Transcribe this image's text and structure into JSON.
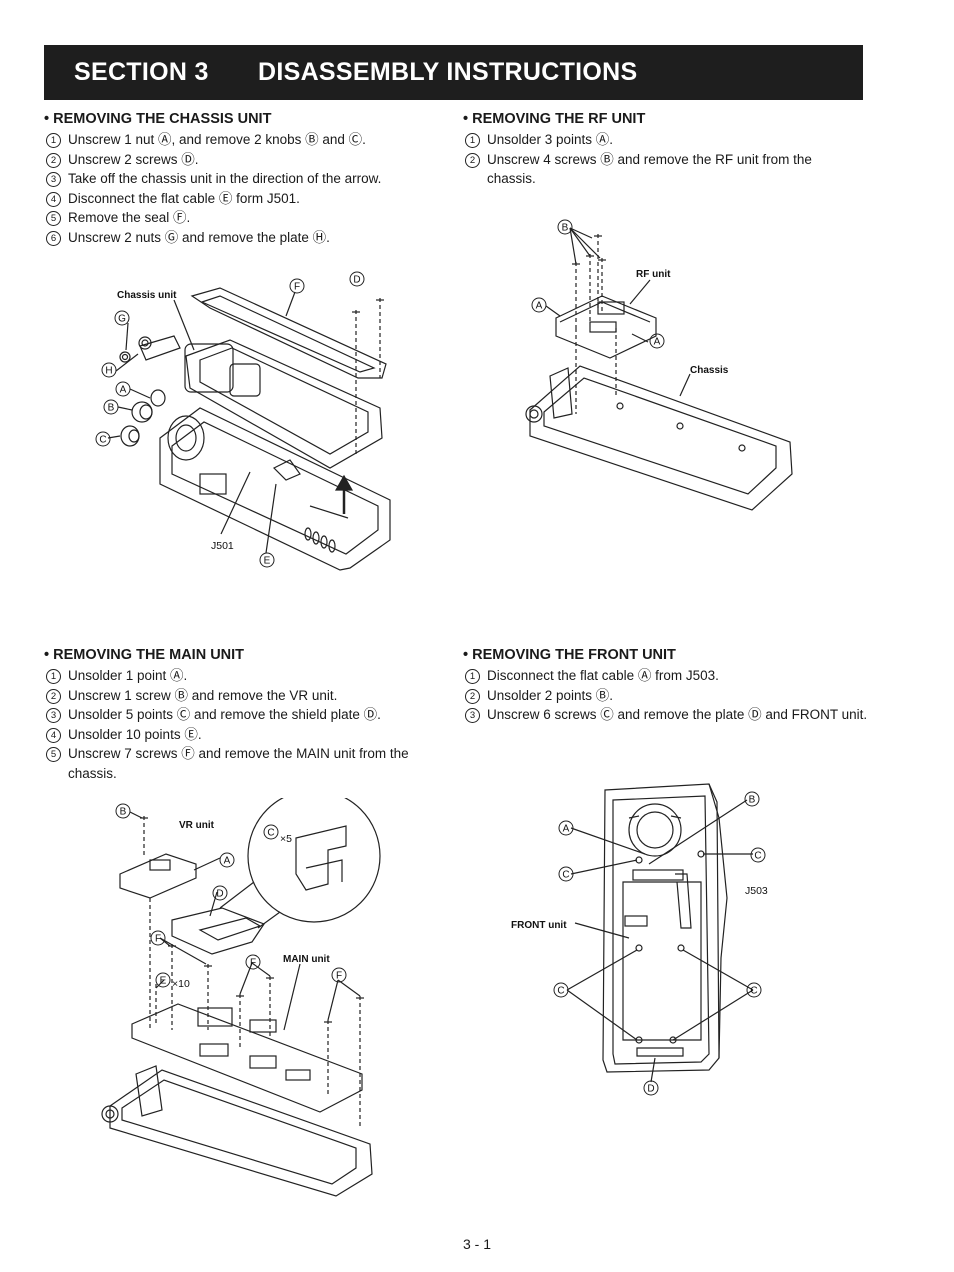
{
  "header": {
    "section": "SECTION 3",
    "title": "DISASSEMBLY INSTRUCTIONS"
  },
  "chassis_unit": {
    "heading": "• REMOVING THE CHASSIS UNIT",
    "steps": [
      {
        "n": "1",
        "text": "Unscrew 1 nut Ⓐ, and remove 2 knobs Ⓑ and Ⓒ."
      },
      {
        "n": "2",
        "text": "Unscrew 2 screws Ⓓ."
      },
      {
        "n": "3",
        "text": "Take off the chassis unit in the direction of the arrow."
      },
      {
        "n": "4",
        "text": "Disconnect the flat cable Ⓔ form J501."
      },
      {
        "n": "5",
        "text": "Remove the seal Ⓕ."
      },
      {
        "n": "6",
        "text": "Unscrew 2 nuts Ⓖ and remove the plate Ⓗ."
      }
    ],
    "diagram": {
      "label_chassis": "Chassis unit",
      "label_j501": "J501",
      "c_a": "A",
      "c_b": "B",
      "c_c": "C",
      "c_d": "D",
      "c_e": "E",
      "c_f": "F",
      "c_g": "G",
      "c_h": "H"
    }
  },
  "rf_unit": {
    "heading": "• REMOVING THE RF UNIT",
    "steps": [
      {
        "n": "1",
        "text": "Unsolder 3 points Ⓐ."
      },
      {
        "n": "2",
        "text": "Unscrew 4 screws Ⓑ and remove the RF unit from the chassis."
      }
    ],
    "diagram": {
      "label_rf": "RF unit",
      "label_chassis": "Chassis",
      "c_a": "A",
      "c_b": "B"
    }
  },
  "main_unit": {
    "heading": "• REMOVING THE MAIN UNIT",
    "steps": [
      {
        "n": "1",
        "text": "Unsolder 1 point Ⓐ."
      },
      {
        "n": "2",
        "text": "Unscrew 1 screw Ⓑ and remove the VR unit."
      },
      {
        "n": "3",
        "text": "Unsolder 5 points Ⓒ and remove the shield plate Ⓓ."
      },
      {
        "n": "4",
        "text": "Unsolder 10 points Ⓔ."
      },
      {
        "n": "5",
        "text": "Unscrew 7 screws Ⓕ and remove the MAIN unit from the chassis."
      }
    ],
    "diagram": {
      "label_vr": "VR unit",
      "label_main": "MAIN unit",
      "x5": "×5",
      "x10": "×10",
      "c_a": "A",
      "c_b": "B",
      "c_c": "C",
      "c_d": "D",
      "c_e": "E",
      "c_f": "F"
    }
  },
  "front_unit": {
    "heading": "• REMOVING THE FRONT UNIT",
    "steps": [
      {
        "n": "1",
        "text": "Disconnect the flat cable Ⓐ from J503."
      },
      {
        "n": "2",
        "text": "Unsolder 2 points Ⓑ."
      },
      {
        "n": "3",
        "text": "Unscrew 6 screws Ⓒ and remove the plate Ⓓ and FRONT unit."
      }
    ],
    "diagram": {
      "label_front": "FRONT unit",
      "label_j503": "J503",
      "c_a": "A",
      "c_b": "B",
      "c_c": "C",
      "c_d": "D"
    }
  },
  "page_number": "3 - 1"
}
